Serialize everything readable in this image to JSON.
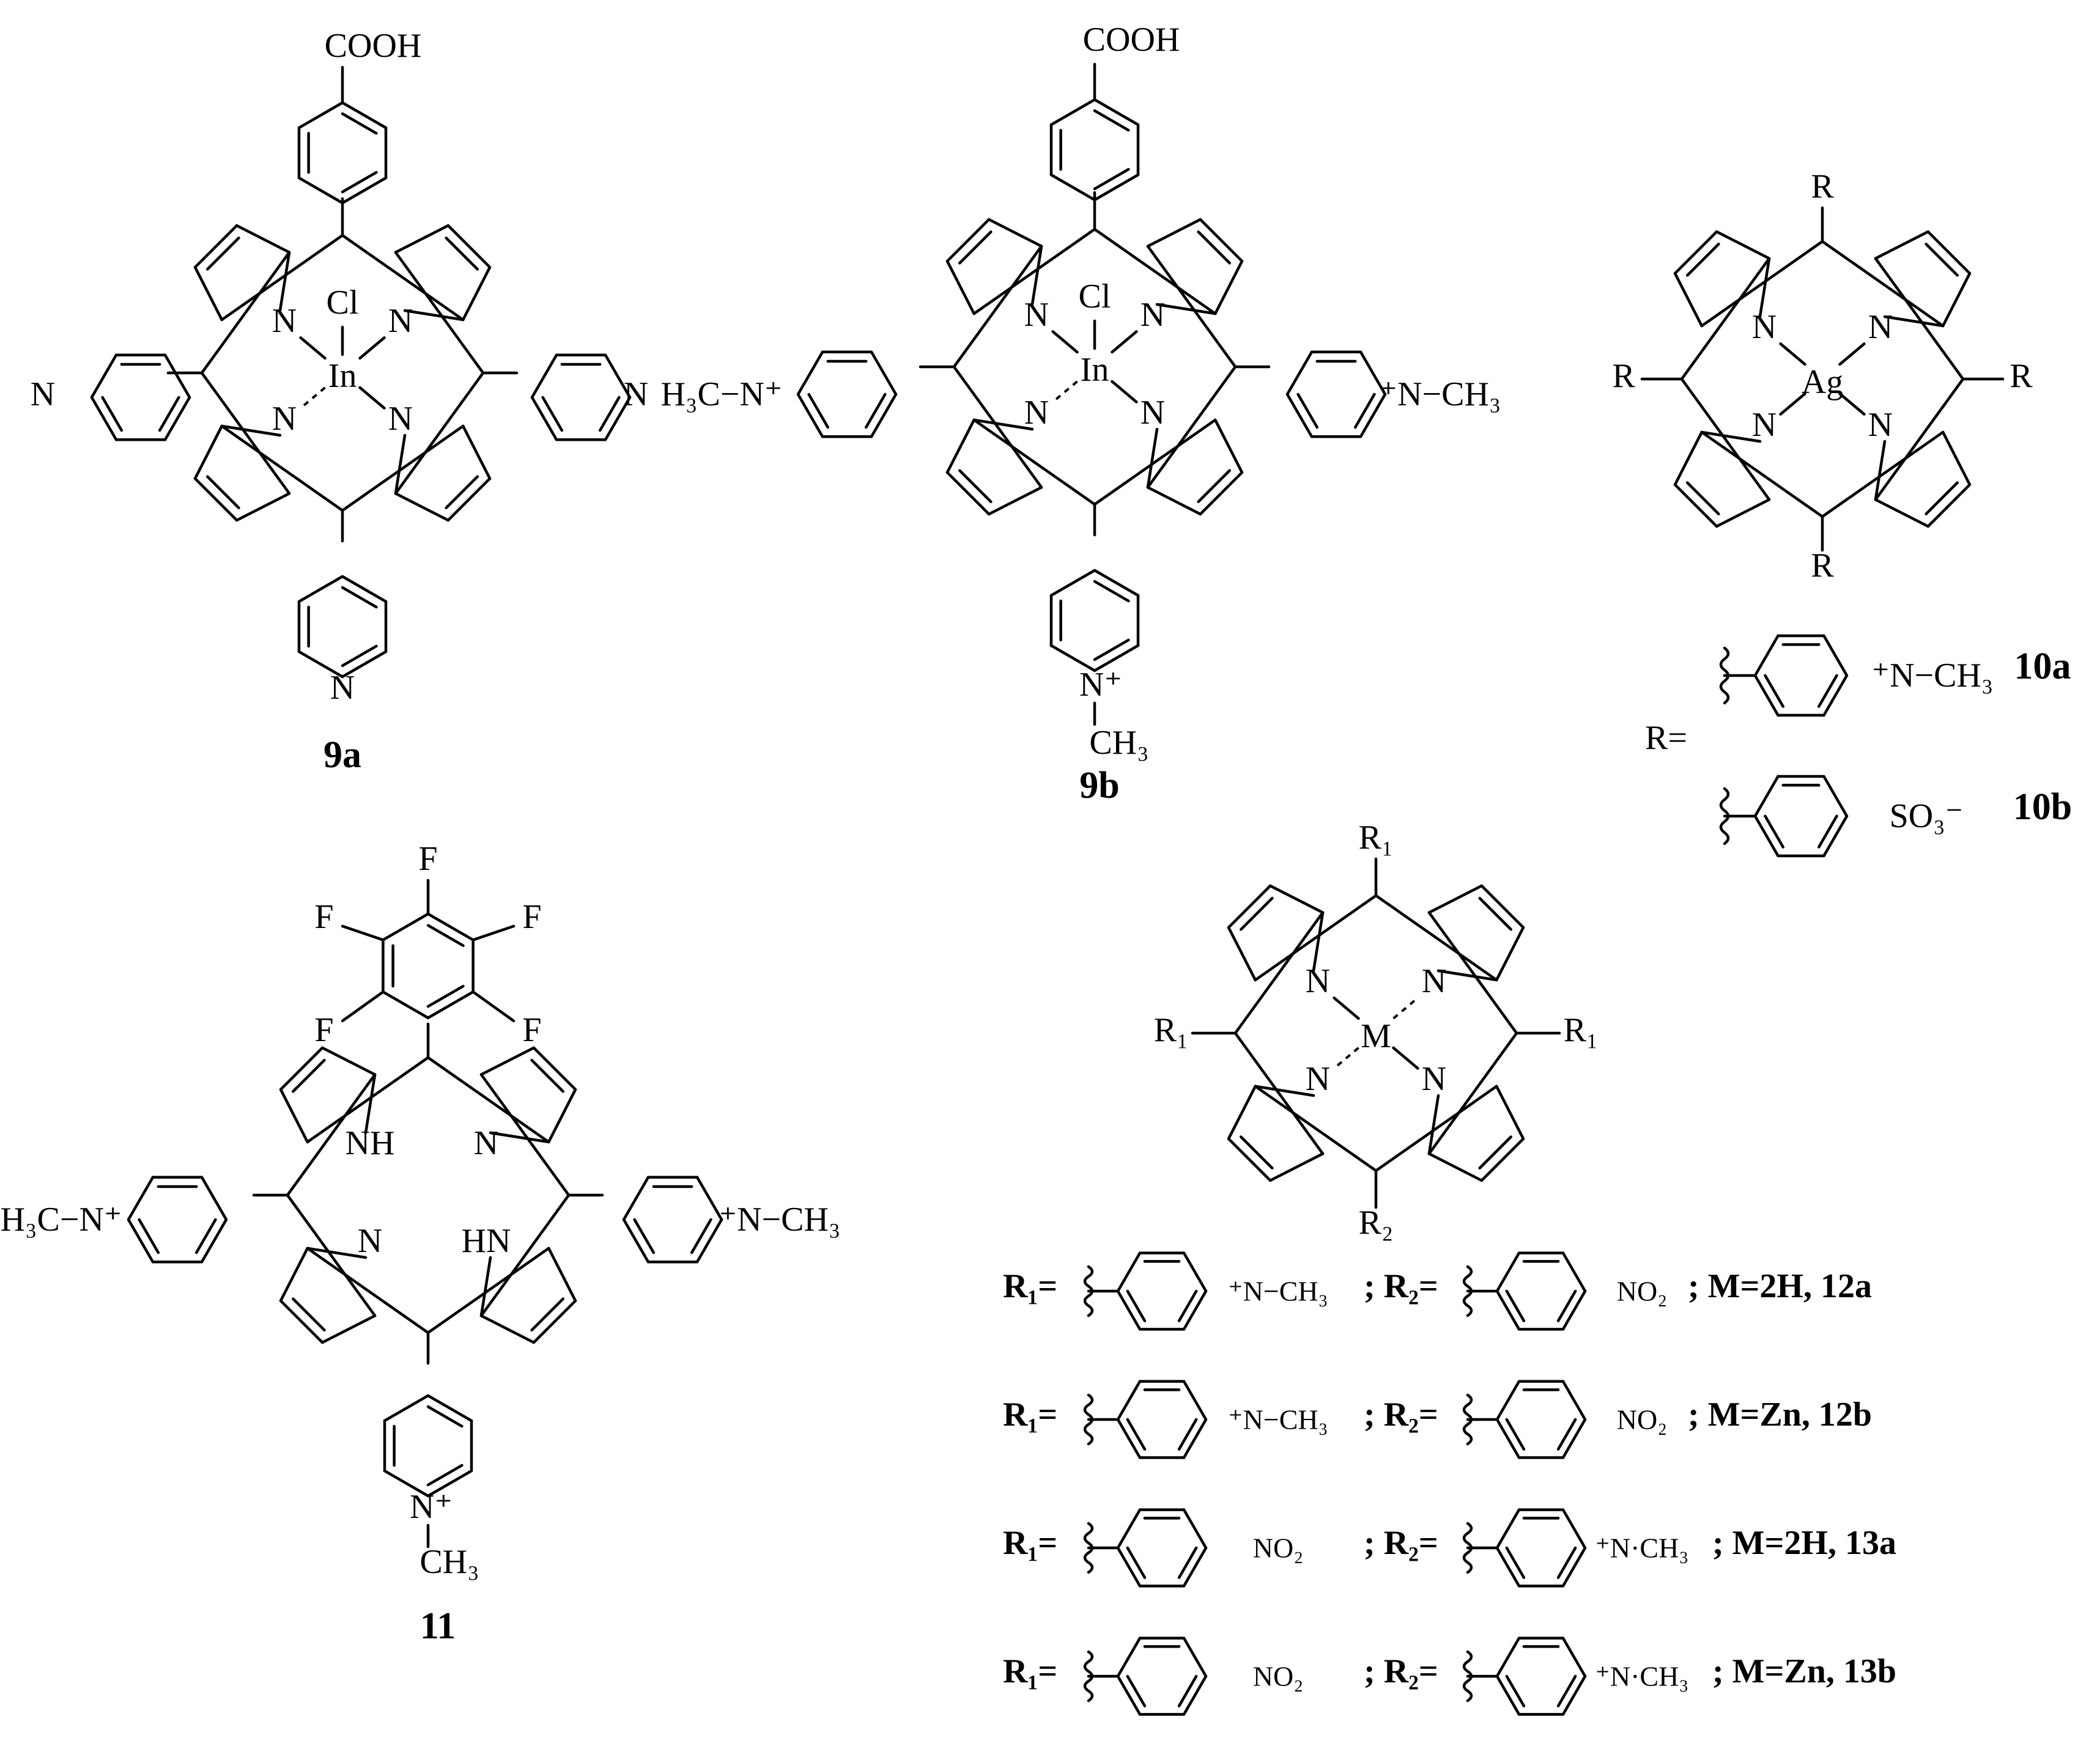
{
  "compounds": [
    {
      "id": "9a",
      "label": "9a",
      "metal": "In",
      "axial": "Cl",
      "top": "COOH"
    },
    {
      "id": "9b",
      "label": "9b",
      "metal": "In",
      "axial": "Cl",
      "top": "COOH",
      "left": "H₃C−N⁺",
      "right": "⁺N−CH₃",
      "bottom": "N⁺−CH₃"
    },
    {
      "id": "10",
      "metal": "Ag",
      "meso": "R",
      "r_prefix": "R=",
      "variants": [
        {
          "label": "10a",
          "group": "⁺N−CH₃"
        },
        {
          "label": "10b",
          "group": "SO₃⁻"
        }
      ]
    },
    {
      "id": "11",
      "label": "11",
      "top": "C₆F₅",
      "fluorine": "F",
      "nh": "NH",
      "hn": "HN",
      "left": "H₃C−N⁺",
      "right": "⁺N−CH₃"
    },
    {
      "id": "12-13",
      "metal": "M",
      "meso_top": "R1",
      "meso_bottom": "R2",
      "rows": [
        {
          "r1": "R₁=",
          "r1_group": "⁺N−CH₃",
          "r2": "; R₂=",
          "r2_group": "NO₂",
          "suffix": "; M=2H, 12a"
        },
        {
          "r1": "R₁=",
          "r1_group": "⁺N−CH₃",
          "r2": "; R₂=",
          "r2_group": "NO₂",
          "suffix": "; M=Zn, 12b"
        },
        {
          "r1": "R₁=",
          "r1_group": "NO₂",
          "r2": "; R₂=",
          "r2_group": "⁺N·CH₃",
          "suffix": "; M=2H, 13a"
        },
        {
          "r1": "R₁=",
          "r1_group": "NO₂",
          "r2": "; R₂=",
          "r2_group": "⁺N·CH₃",
          "suffix": "; M=Zn, 13b"
        }
      ]
    }
  ]
}
